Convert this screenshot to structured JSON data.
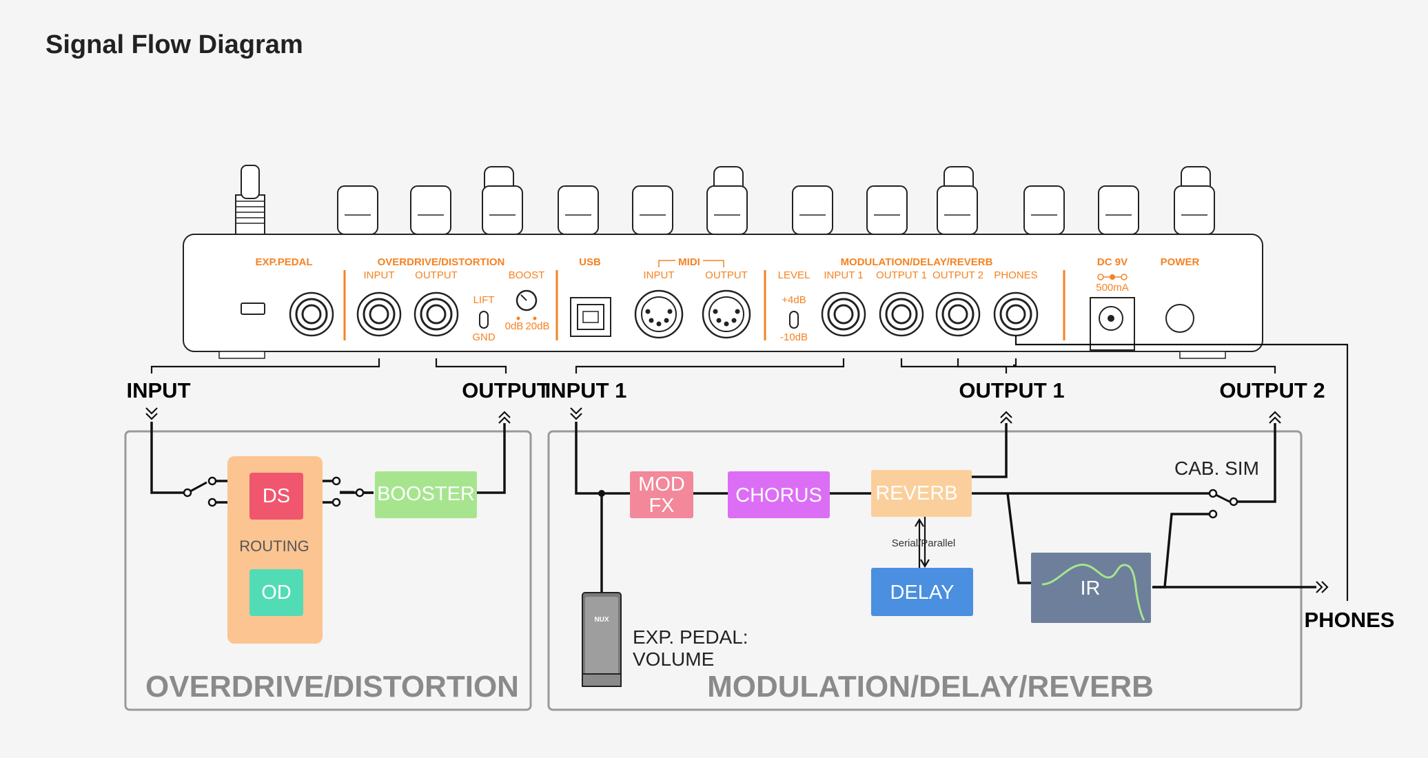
{
  "title": "Signal Flow Diagram",
  "pedal_panel": {
    "exp_pedal": "EXP.PEDAL",
    "od_section": "OVERDRIVE/DISTORTION",
    "od_input": "INPUT",
    "od_output": "OUTPUT",
    "boost": "BOOST",
    "lift": "LIFT",
    "gnd": "GND",
    "boost_0": "0dB",
    "boost_20": "20dB",
    "usb": "USB",
    "midi": "MIDI",
    "midi_input": "INPUT",
    "midi_output": "OUTPUT",
    "level": "LEVEL",
    "level_plus": "+4dB",
    "level_minus": "-10dB",
    "mdr_section": "MODULATION/DELAY/REVERB",
    "input1": "INPUT 1",
    "output1": "OUTPUT 1",
    "output2": "OUTPUT 2",
    "phones": "PHONES",
    "dc": "DC 9V",
    "dc_current": "500mA",
    "power": "POWER"
  },
  "ports": {
    "input": "INPUT",
    "output": "OUTPUT",
    "input1": "INPUT 1",
    "output1": "OUTPUT 1",
    "output2": "OUTPUT 2",
    "phones": "PHONES"
  },
  "blocks": {
    "ds": "DS",
    "od": "OD",
    "routing": "ROUTING",
    "booster": "BOOSTER",
    "mod_fx_1": "MOD",
    "mod_fx_2": "FX",
    "chorus": "CHORUS",
    "reverb": "REVERB",
    "delay": "DELAY",
    "ir": "IR",
    "serial_parallel": "Serial/Parallel",
    "cab_sim": "CAB. SIM",
    "exp_pedal_1": "EXP. PEDAL:",
    "exp_pedal_2": "VOLUME",
    "nux": "NUX"
  },
  "sections": {
    "od": "OVERDRIVE/DISTORTION",
    "mdr": "MODULATION/DELAY/REVERB"
  },
  "colors": {
    "orange": "#f58220",
    "ds": "#f0566e",
    "od": "#52dcb6",
    "routing": "#fbc491",
    "booster": "#a6e58e",
    "mod_fx": "#f2889a",
    "chorus": "#dc6ef5",
    "reverb": "#fbcf9b",
    "delay": "#4a8fe0",
    "ir": "#6e7f9b"
  }
}
